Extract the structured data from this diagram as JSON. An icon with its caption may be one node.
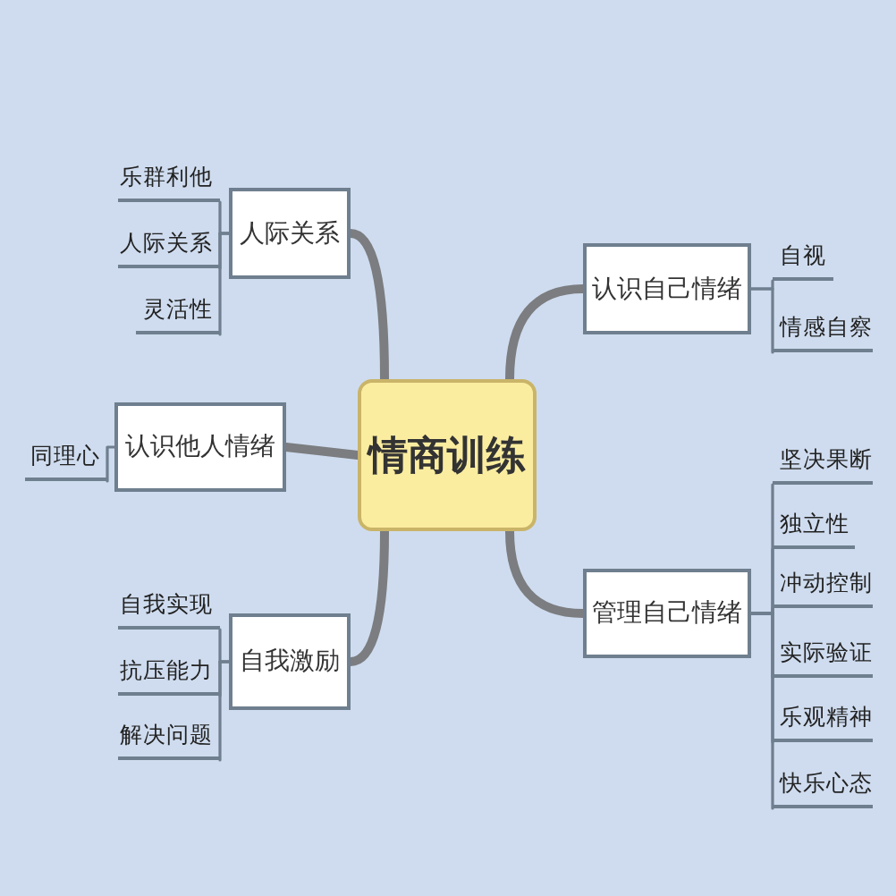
{
  "diagram": {
    "nodes": [
      {
        "text": [
          "情商训练"
        ]
      },
      {
        "text": [
          "人际关系"
        ]
      },
      {
        "text": [
          "乐群利他"
        ]
      },
      {
        "text": [
          "人际关系"
        ]
      },
      {
        "text": [
          "灵活性"
        ]
      },
      {
        "text": [
          "认识他人情绪"
        ]
      },
      {
        "text": [
          "同理心"
        ]
      },
      {
        "text": [
          "自我激励"
        ]
      },
      {
        "text": [
          "自我实现"
        ]
      },
      {
        "text": [
          "抗压能力"
        ]
      },
      {
        "text": [
          "解决问题"
        ]
      },
      {
        "text": [
          "认识自己情绪"
        ]
      },
      {
        "text": [
          "自视"
        ]
      },
      {
        "text": [
          "情感自察"
        ]
      },
      {
        "text": [
          "管理自己情绪"
        ]
      },
      {
        "text": [
          "坚决果断"
        ]
      },
      {
        "text": [
          "独立性"
        ]
      },
      {
        "text": [
          "冲动控制"
        ]
      },
      {
        "text": [
          "实际验证"
        ]
      },
      {
        "text": [
          "乐观精神"
        ]
      },
      {
        "text": [
          "快乐心态"
        ]
      }
    ],
    "edges": [
      {
        "from": 0,
        "to": 1,
        "arrow": "none",
        "style": "thick"
      },
      {
        "from": 0,
        "to": 5,
        "arrow": "none",
        "style": "thick"
      },
      {
        "from": 0,
        "to": 7,
        "arrow": "none",
        "style": "thick"
      },
      {
        "from": 0,
        "to": 11,
        "arrow": "none",
        "style": "thick"
      },
      {
        "from": 0,
        "to": 14,
        "arrow": "none",
        "style": "thick"
      },
      {
        "from": 1,
        "to": 2,
        "arrow": "none"
      },
      {
        "from": 1,
        "to": 3,
        "arrow": "none"
      },
      {
        "from": 1,
        "to": 4,
        "arrow": "none"
      },
      {
        "from": 5,
        "to": 6,
        "arrow": "none"
      },
      {
        "from": 7,
        "to": 8,
        "arrow": "none"
      },
      {
        "from": 7,
        "to": 9,
        "arrow": "none"
      },
      {
        "from": 7,
        "to": 10,
        "arrow": "none"
      },
      {
        "from": 11,
        "to": 12,
        "arrow": "none"
      },
      {
        "from": 11,
        "to": 13,
        "arrow": "none"
      },
      {
        "from": 14,
        "to": 15,
        "arrow": "none"
      },
      {
        "from": 14,
        "to": 16,
        "arrow": "none"
      },
      {
        "from": 14,
        "to": 17,
        "arrow": "none"
      },
      {
        "from": 14,
        "to": 18,
        "arrow": "none"
      },
      {
        "from": 14,
        "to": 19,
        "arrow": "none"
      },
      {
        "from": 14,
        "to": 20,
        "arrow": "none"
      }
    ]
  }
}
